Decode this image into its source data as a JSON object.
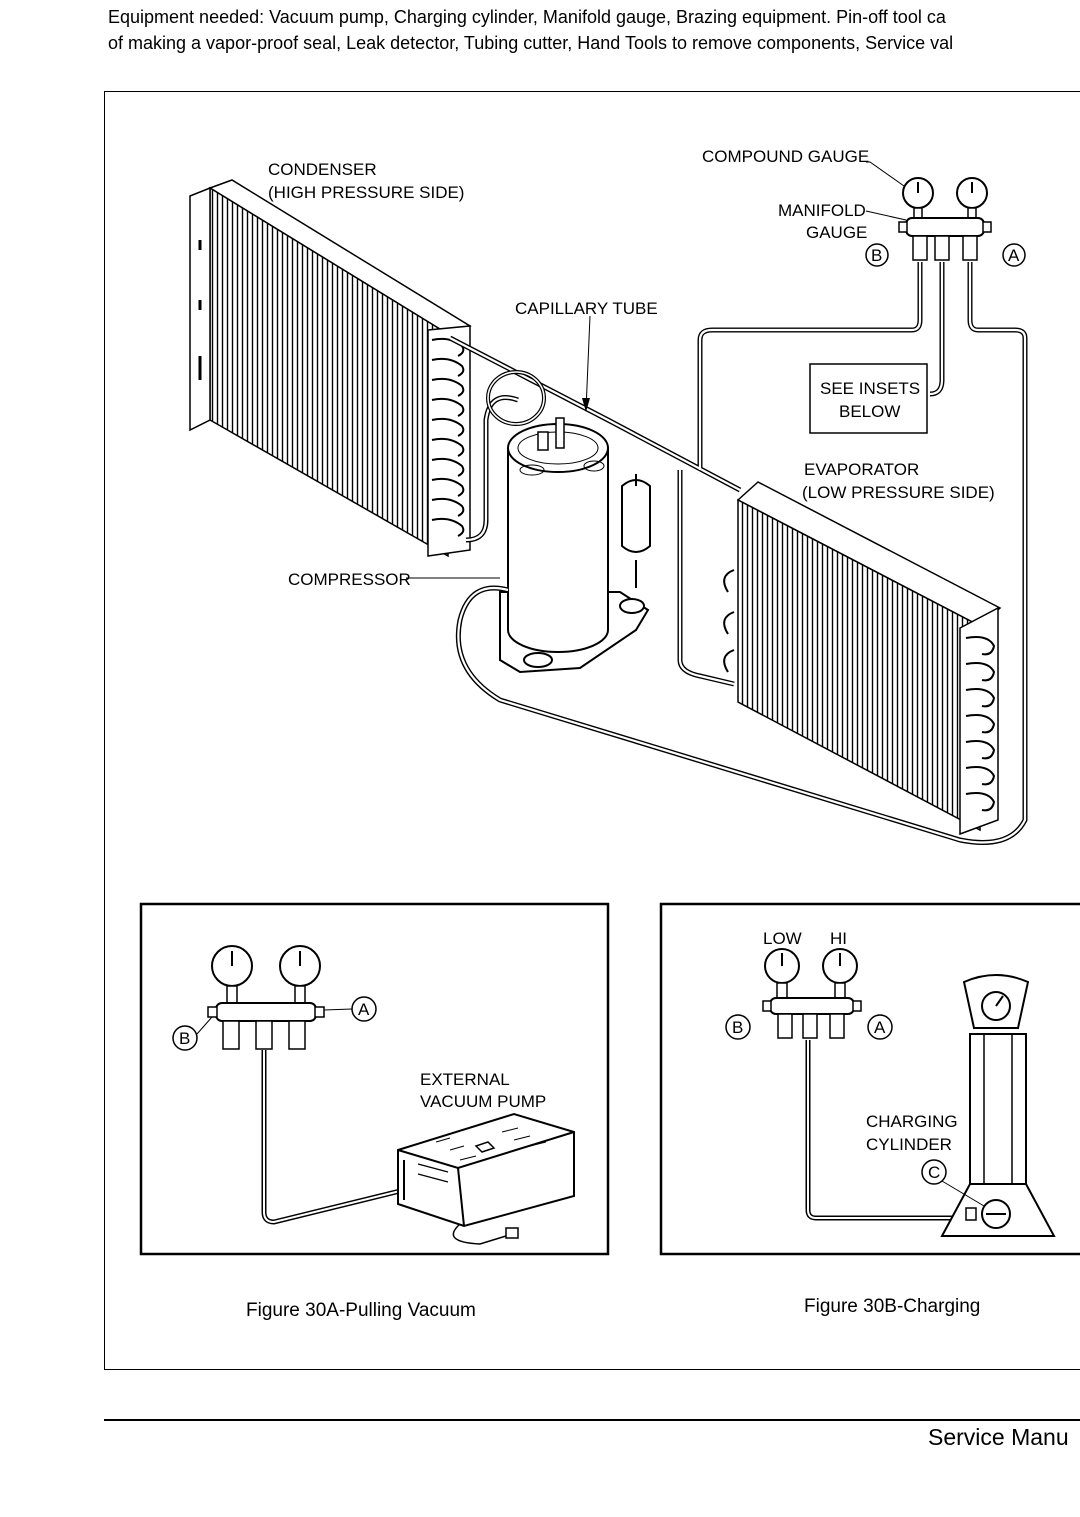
{
  "intro": {
    "line1": "Equipment needed:   Vacuum pump, Charging cylinder,  Manifold gauge, Brazing equipment. Pin-off tool ca",
    "line2": "of making a vapor-proof seal, Leak detector, Tubing cutter, Hand Tools to remove components, Service val"
  },
  "main_diagram": {
    "labels": {
      "condenser": "CONDENSER",
      "condenser_side": "(HIGH PRESSURE SIDE)",
      "compound_gauge": "COMPOUND GAUGE",
      "manifold": "MANIFOLD",
      "gauge": "GAUGE",
      "capillary_tube": "CAPILLARY TUBE",
      "see_insets": "SEE INSETS",
      "below": "BELOW",
      "evaporator": "EVAPORATOR",
      "evaporator_side": "(LOW PRESSURE SIDE)",
      "compressor": "COMPRESSOR",
      "port_b": "B",
      "port_a": "A"
    }
  },
  "inset_a": {
    "labels": {
      "port_a": "A",
      "port_b": "B",
      "external": "EXTERNAL",
      "vacuum_pump": "VACUUM PUMP"
    },
    "caption": "Figure 30A-Pulling Vacuum"
  },
  "inset_b": {
    "labels": {
      "low": "LOW",
      "hi": "HI",
      "port_b": "B",
      "port_a": "A",
      "charging": "CHARGING",
      "cylinder": "CYLINDER",
      "port_c": "C"
    },
    "caption": "Figure 30B-Charging"
  },
  "footer": {
    "title": "Service Manu"
  }
}
